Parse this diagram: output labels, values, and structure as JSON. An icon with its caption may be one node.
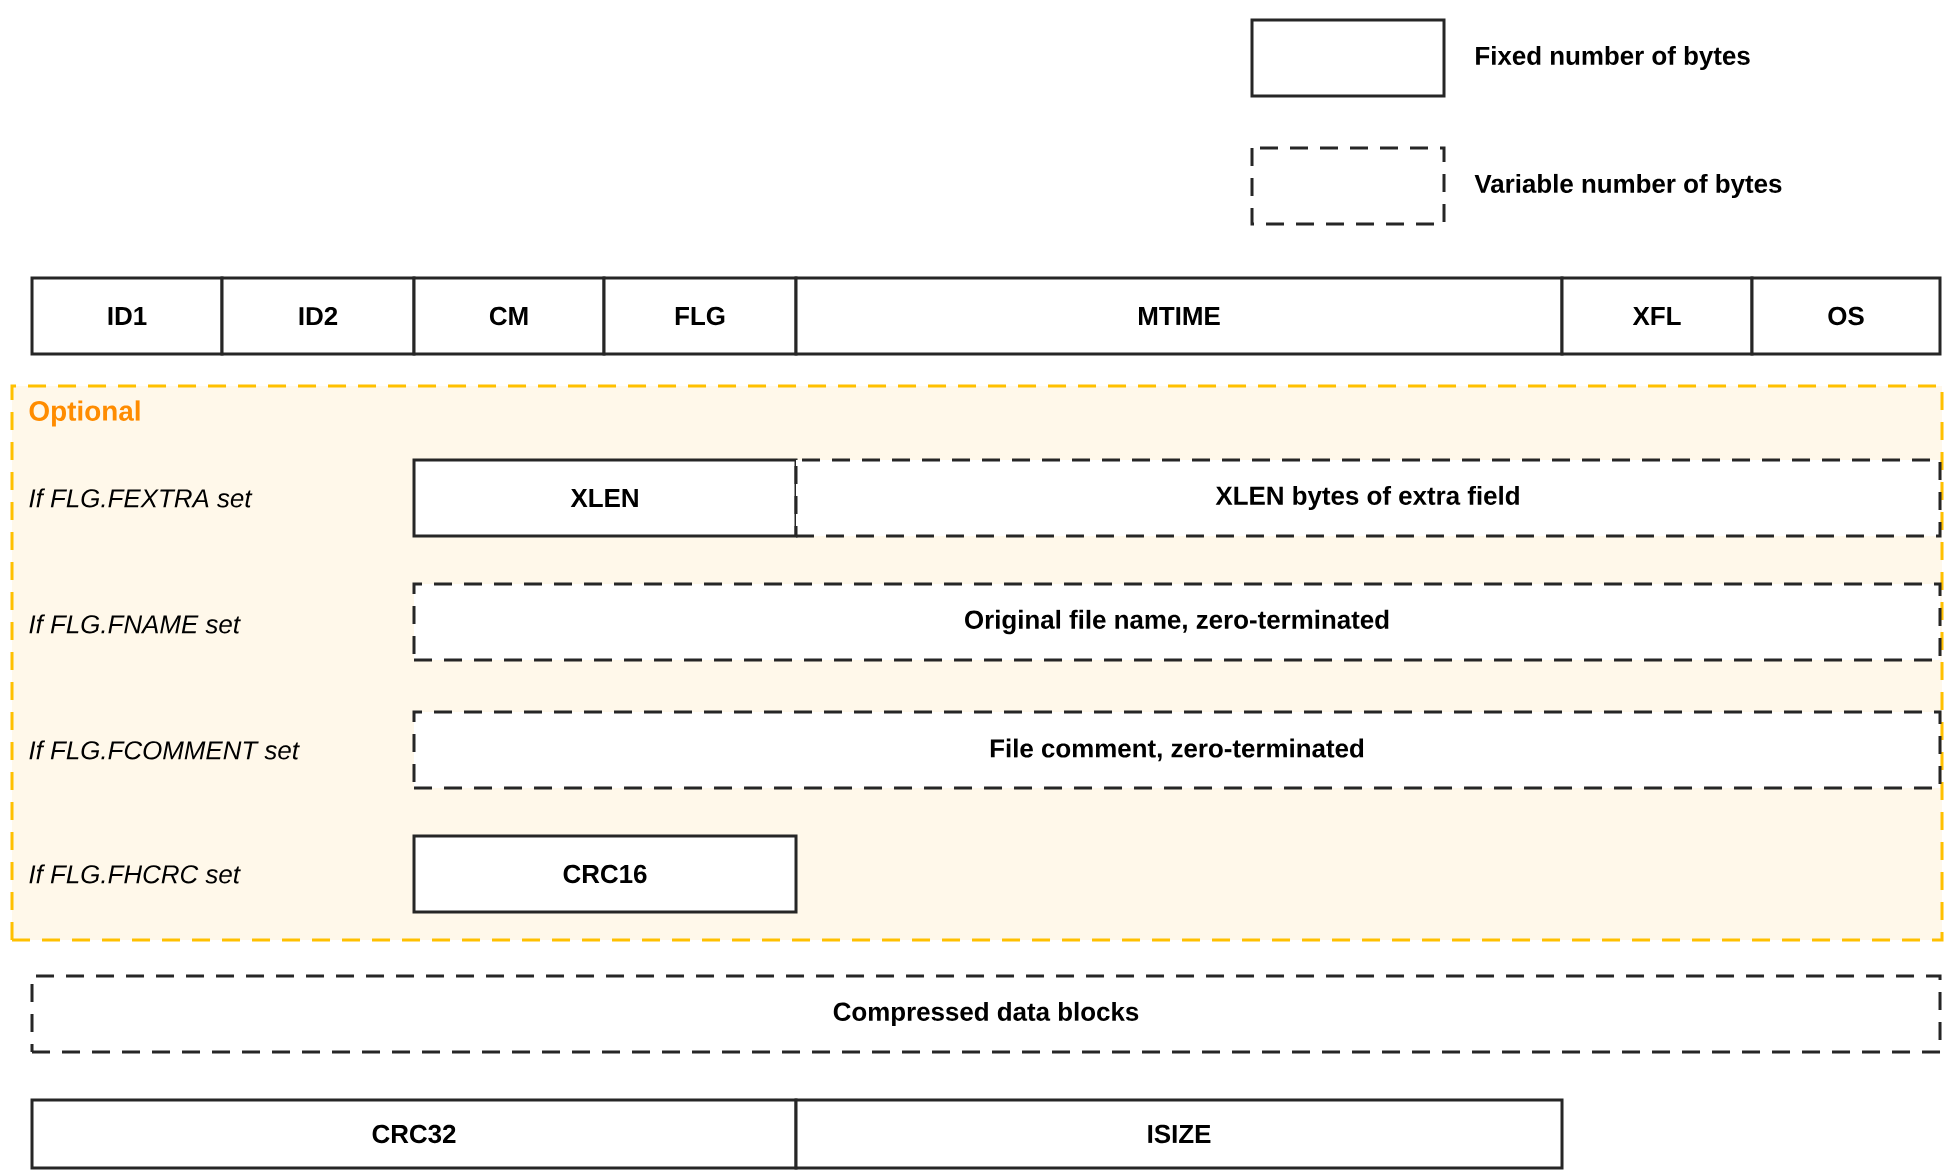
{
  "diagram": {
    "nodes": [
      {
        "text": [
          "ID1"
        ]
      },
      {
        "text": [
          "ID2"
        ]
      },
      {
        "text": [
          "CM"
        ]
      },
      {
        "text": [
          "FLG"
        ]
      },
      {
        "text": [
          "MTIME"
        ]
      },
      {
        "text": [
          "XFL"
        ]
      },
      {
        "text": [
          "OS"
        ]
      },
      {
        "text": [
          "Optional"
        ]
      },
      {
        "text": [
          "XLEN"
        ],
        "in": 7
      },
      {
        "text": [
          "XLEN bytes of extra field"
        ],
        "in": 7
      },
      {
        "text": [
          "Original file name, zero-terminated"
        ],
        "in": 7
      },
      {
        "text": [
          "File comment, zero-terminated"
        ],
        "in": 7
      },
      {
        "text": [
          "CRC16"
        ],
        "in": 7
      },
      {
        "text": [
          "Compressed data blocks"
        ]
      },
      {
        "text": [
          "CRC32"
        ]
      },
      {
        "text": [
          "ISIZE"
        ]
      }
    ],
    "labels": [
      "If FLG.FEXTRA set",
      "If FLG.FNAME set",
      "If FLG.FCOMMENT set",
      "If FLG.FHCRC set"
    ],
    "legend": [
      {
        "text": "Fixed number of bytes"
      },
      {
        "text": "Variable number of bytes"
      }
    ]
  }
}
